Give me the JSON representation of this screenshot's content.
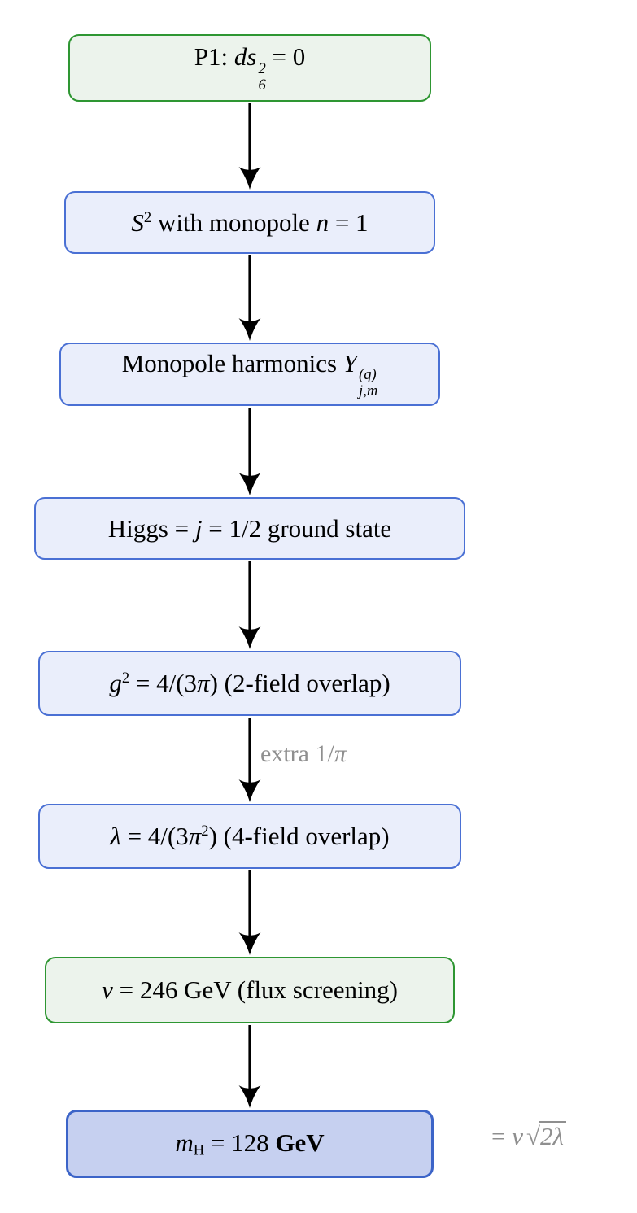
{
  "palette": {
    "green_border": "#2e9632",
    "green_fill": "#ecf3ec",
    "blue_border": "#4a70d4",
    "blue_fill": "#eaeefb",
    "accent_border": "#3c64c8",
    "accent_fill": "#c6d0f0",
    "gray_text": "#8f8f8f",
    "arrow_color": "#000000"
  },
  "nodes": [
    {
      "id": "p1-metric",
      "kind": "green",
      "text": "P1: ds6^2 = 0",
      "segments": [
        {
          "s": "rm",
          "t": "P1:  "
        },
        {
          "s": "it",
          "t": "ds"
        },
        {
          "s": "supsub",
          "sup": "2",
          "sub": "6"
        },
        {
          "s": "rm",
          "t": " = 0"
        }
      ]
    },
    {
      "id": "sphere-monopole",
      "kind": "blue",
      "text": "S^2 with monopole n = 1",
      "segments": [
        {
          "s": "it",
          "t": "S"
        },
        {
          "s": "sup",
          "t": "2"
        },
        {
          "s": "rm",
          "t": " with monopole "
        },
        {
          "s": "it",
          "t": "n"
        },
        {
          "s": "rm",
          "t": " = 1"
        }
      ]
    },
    {
      "id": "monopole-harmonics",
      "kind": "blue",
      "text": "Monopole harmonics Y_{j,m}^{(q)}",
      "segments": [
        {
          "s": "rm",
          "t": "Monopole harmonics "
        },
        {
          "s": "it",
          "t": "Y"
        },
        {
          "s": "supsub",
          "sup": "(q)",
          "sub": "j,m"
        }
      ]
    },
    {
      "id": "higgs-ground-state",
      "kind": "blue",
      "text": "Higgs = j = 1/2 ground state",
      "segments": [
        {
          "s": "rm",
          "t": "Higgs = "
        },
        {
          "s": "it",
          "t": "j"
        },
        {
          "s": "rm",
          "t": " = 1/2 ground state"
        }
      ]
    },
    {
      "id": "gauge-coupling",
      "kind": "blue",
      "text": "g^2 = 4/(3π) (2-field overlap)",
      "segments": [
        {
          "s": "it",
          "t": "g"
        },
        {
          "s": "sup",
          "t": "2"
        },
        {
          "s": "rm",
          "t": " = 4/(3"
        },
        {
          "s": "it",
          "t": "π"
        },
        {
          "s": "rm",
          "t": ") (2-field overlap)"
        }
      ]
    },
    {
      "id": "quartic-coupling",
      "kind": "blue",
      "text": "λ = 4/(3π^2) (4-field overlap)",
      "segments": [
        {
          "s": "it",
          "t": "λ"
        },
        {
          "s": "rm",
          "t": " = 4/(3"
        },
        {
          "s": "it",
          "t": "π"
        },
        {
          "s": "sup",
          "t": "2"
        },
        {
          "s": "rm",
          "t": ") (4-field overlap)"
        }
      ]
    },
    {
      "id": "vev",
      "kind": "green",
      "text": "v = 246 GeV (flux screening)",
      "segments": [
        {
          "s": "it",
          "t": "v"
        },
        {
          "s": "rm",
          "t": " = 246 GeV (flux screening)"
        }
      ]
    },
    {
      "id": "higgs-mass",
      "kind": "accent",
      "text": "m_H = 128 GeV",
      "segments": [
        {
          "s": "it",
          "t": "m"
        },
        {
          "s": "sub",
          "t": "H"
        },
        {
          "s": "rm",
          "t": " = 128 "
        },
        {
          "s": "bf",
          "t": "GeV"
        }
      ]
    }
  ],
  "edge_label": {
    "text": "extra 1/π",
    "segments": [
      {
        "s": "rm",
        "t": "extra 1/"
      },
      {
        "s": "it",
        "t": "π"
      }
    ]
  },
  "side_note": {
    "text": "= v√(2λ)",
    "segments": [
      {
        "s": "rm",
        "t": "= "
      },
      {
        "s": "it",
        "t": "v"
      },
      {
        "s": "sqrt",
        "t": "2λ"
      }
    ]
  }
}
